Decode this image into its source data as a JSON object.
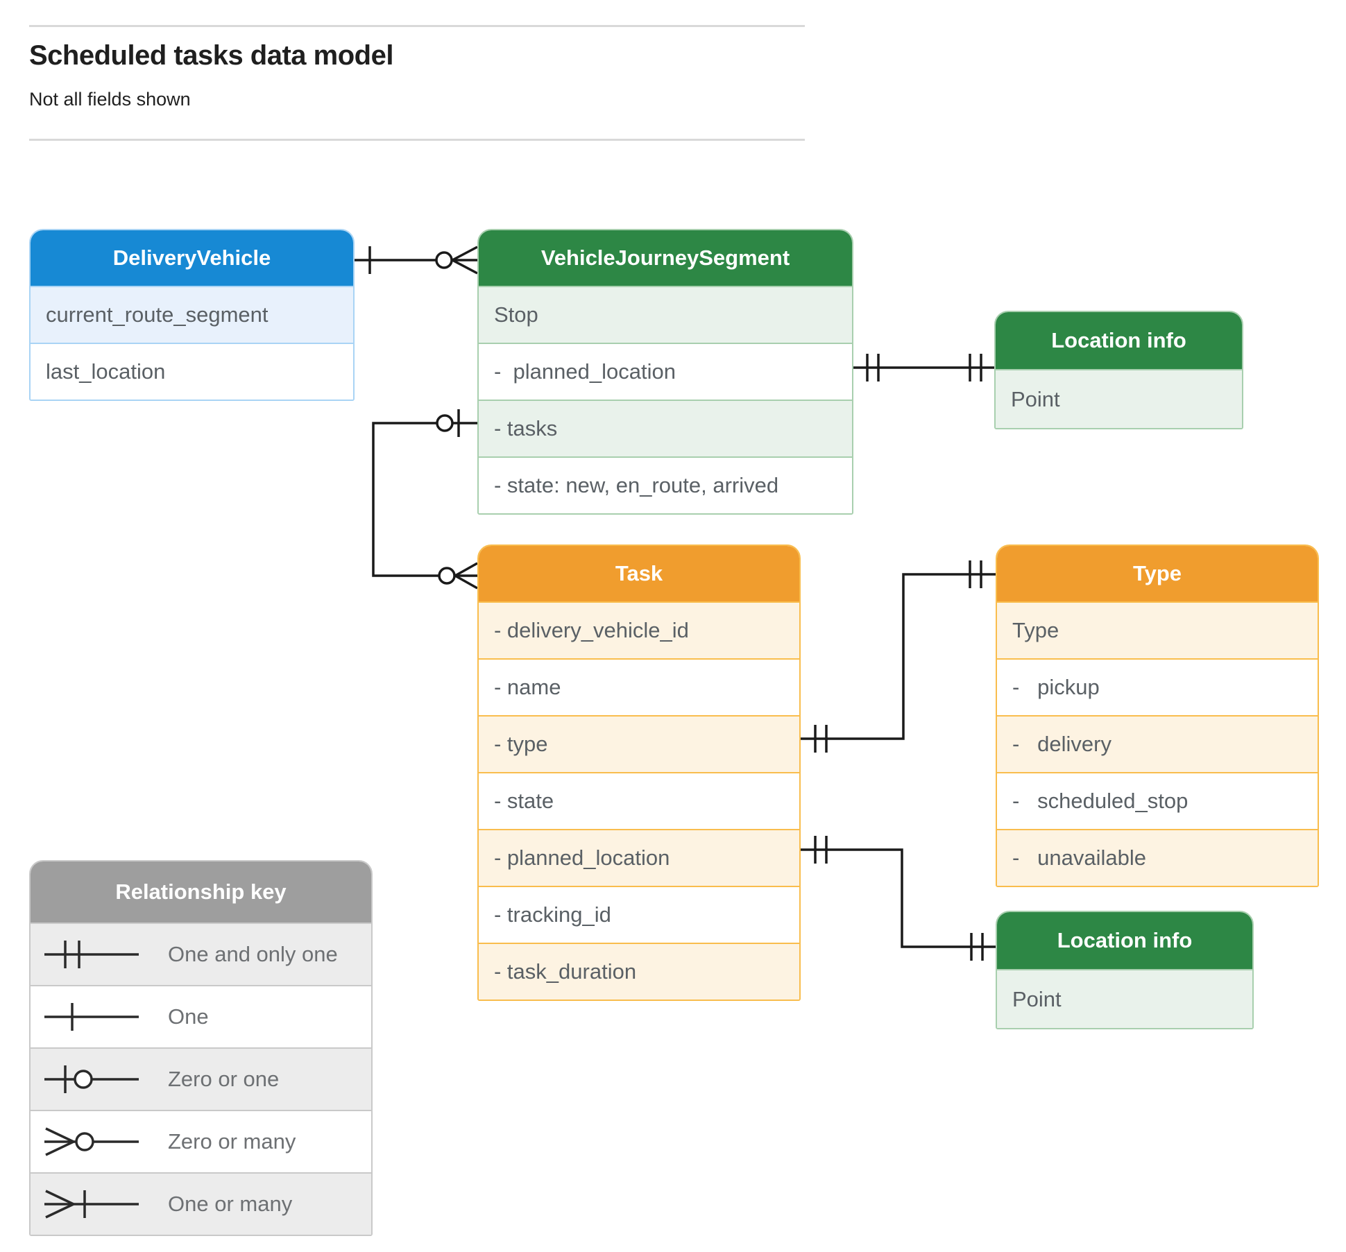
{
  "page": {
    "title": "Scheduled tasks data model",
    "subtitle": "Not all fields shown"
  },
  "colors": {
    "blue_header": "#1789d4",
    "green_header": "#2d8745",
    "orange_header": "#f09d2e",
    "gray_header": "#9e9e9e",
    "light_blue_row": "#e8f1fc",
    "light_green_row": "#e9f2eb",
    "light_orange_row": "#fdf3e2",
    "light_gray_row": "#ececec",
    "field_text": "#5a6065",
    "line": "#1a1a1a"
  },
  "entities": {
    "delivery_vehicle": {
      "title": "DeliveryVehicle",
      "fields": [
        "current_route_segment",
        "last_location"
      ]
    },
    "vehicle_journey_segment": {
      "title": "VehicleJourneySegment",
      "fields": [
        "Stop",
        "-  planned_location",
        "- tasks",
        "- state: new, en_route, arrived"
      ]
    },
    "location_info_top": {
      "title": "Location info",
      "fields": [
        "Point"
      ]
    },
    "task": {
      "title": "Task",
      "fields": [
        "- delivery_vehicle_id",
        "- name",
        "- type",
        "- state",
        "- planned_location",
        "- tracking_id",
        "- task_duration"
      ]
    },
    "type": {
      "title": "Type",
      "fields": [
        "Type",
        "-   pickup",
        "-   delivery",
        "-   scheduled_stop",
        "-   unavailable"
      ]
    },
    "location_info_bottom": {
      "title": "Location info",
      "fields": [
        "Point"
      ]
    }
  },
  "legend": {
    "title": "Relationship key",
    "items": [
      {
        "symbol": "one-and-only-one",
        "label": "One and only one"
      },
      {
        "symbol": "one",
        "label": "One"
      },
      {
        "symbol": "zero-or-one",
        "label": "Zero or one"
      },
      {
        "symbol": "zero-or-many",
        "label": "Zero or many"
      },
      {
        "symbol": "one-or-many",
        "label": "One or many"
      }
    ]
  },
  "relationships": [
    {
      "from": "DeliveryVehicle",
      "to": "VehicleJourneySegment",
      "from_cardinality": "one",
      "to_cardinality": "zero or many"
    },
    {
      "from": "VehicleJourneySegment.planned_location",
      "to": "Location info",
      "from_cardinality": "one and only one",
      "to_cardinality": "one and only one"
    },
    {
      "from": "VehicleJourneySegment.tasks",
      "to": "Task",
      "from_cardinality": "zero or one",
      "to_cardinality": "zero or many"
    },
    {
      "from": "Task.type",
      "to": "Type",
      "from_cardinality": "one and only one",
      "to_cardinality": "one and only one"
    },
    {
      "from": "Task.planned_location",
      "to": "Location info",
      "from_cardinality": "one and only one",
      "to_cardinality": "one and only one"
    }
  ]
}
